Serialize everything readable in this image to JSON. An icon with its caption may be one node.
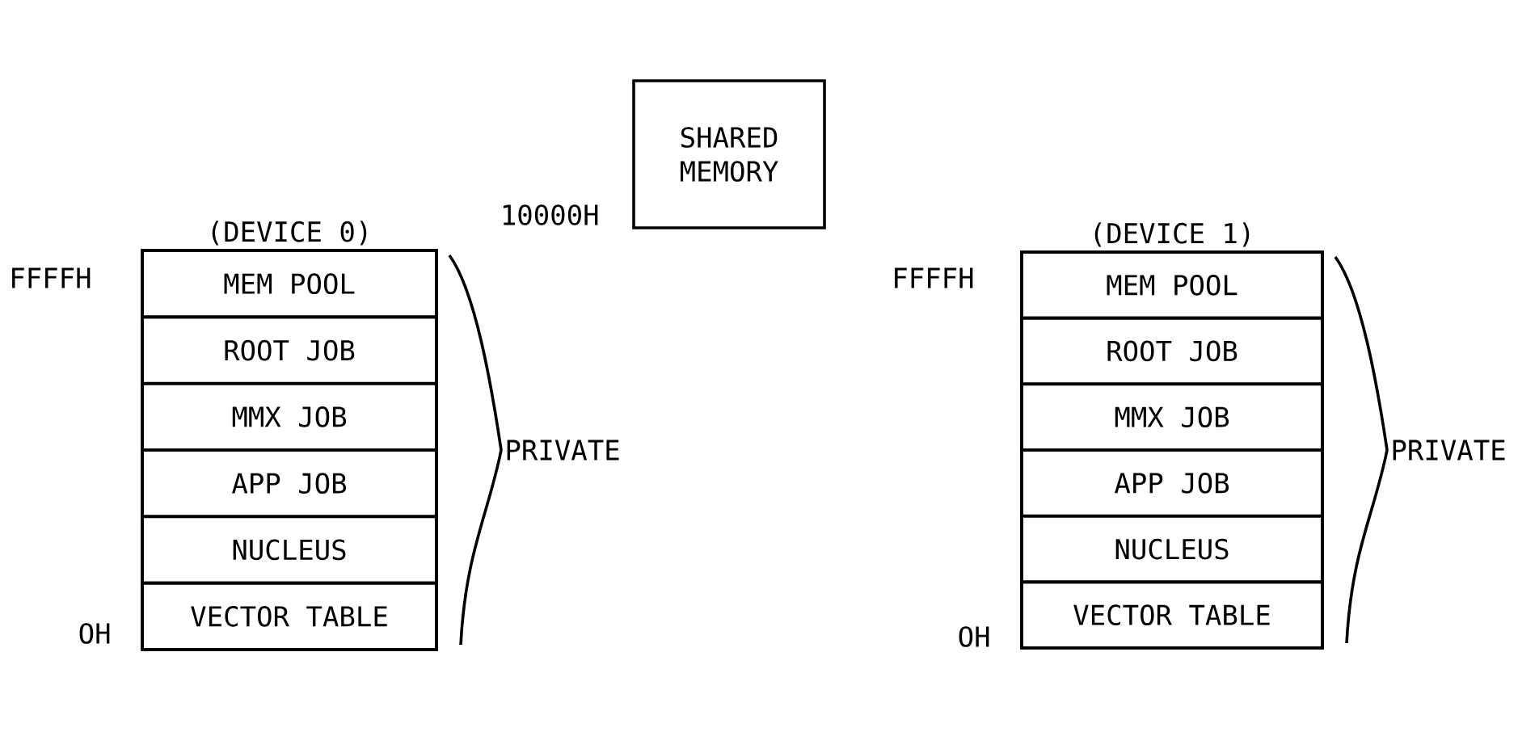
{
  "diagram": {
    "nodes": [
      {
        "text": [
          "SHARED MEMORY"
        ]
      },
      {
        "text": [
          "(DEVICE 0)"
        ],
        "beside": [
          "PRIVATE"
        ]
      },
      {
        "text": [
          "MEM POOL"
        ],
        "in": 1
      },
      {
        "text": [
          "ROOT JOB"
        ],
        "in": 1
      },
      {
        "text": [
          "MMX JOB"
        ],
        "in": 1
      },
      {
        "text": [
          "APP JOB"
        ],
        "in": 1
      },
      {
        "text": [
          "NUCLEUS"
        ],
        "in": 1
      },
      {
        "text": [
          "VECTOR TABLE"
        ],
        "in": 1
      },
      {
        "text": [
          "(DEVICE 1)"
        ],
        "beside": [
          "PRIVATE"
        ]
      },
      {
        "text": [
          "MEM POOL"
        ],
        "in": 8
      },
      {
        "text": [
          "ROOT JOB"
        ],
        "in": 8
      },
      {
        "text": [
          "MMX JOB"
        ],
        "in": 8
      },
      {
        "text": [
          "APP JOB"
        ],
        "in": 8
      },
      {
        "text": [
          "NUCLEUS"
        ],
        "in": 8
      },
      {
        "text": [
          "VECTOR TABLE"
        ],
        "in": 8
      }
    ],
    "labels": [
      "10000H",
      "FFFFH",
      "FFFFH",
      "OH",
      "OH"
    ]
  }
}
